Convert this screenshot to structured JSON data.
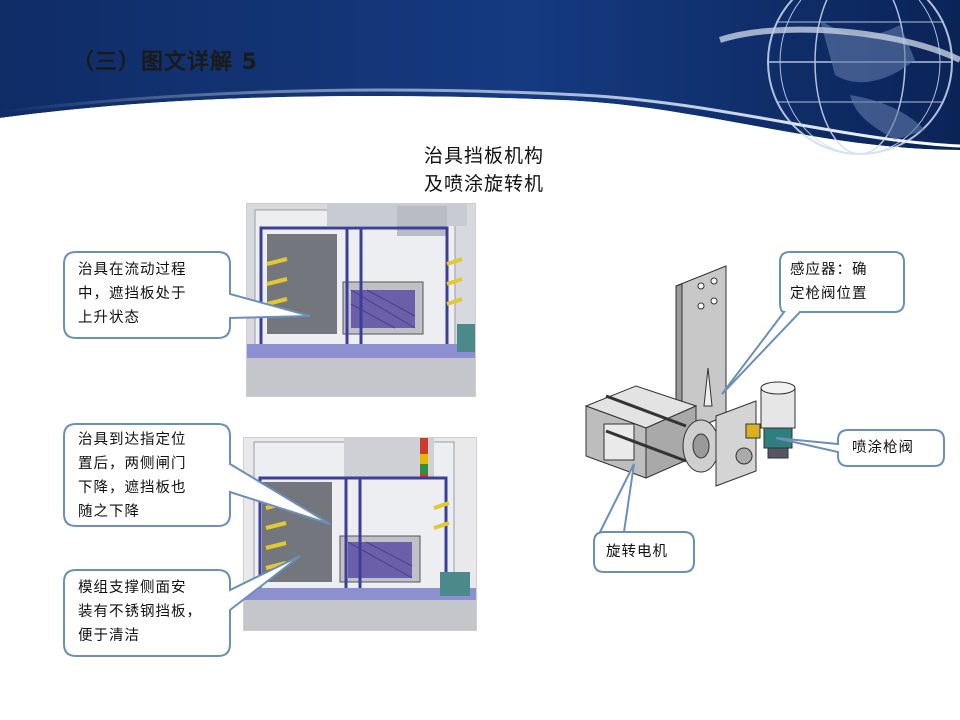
{
  "slide": {
    "title": "（三）图文详解 5",
    "caption_lines": [
      "治具挡板机构",
      "及喷涂旋转机",
      "构"
    ]
  },
  "callouts": {
    "top_left": [
      "治具在流动过程",
      "中，遮挡板处于",
      "上升状态"
    ],
    "mid_left": [
      "治具到达指定位",
      "置后，两侧闸门",
      "下降，遮挡板也",
      "随之下降"
    ],
    "bottom_left": [
      "模组支撑侧面安",
      "装有不锈钢挡板，",
      "便于清洁"
    ],
    "sensor": [
      "感应器：确",
      "定枪阀位置"
    ],
    "spray_valve": [
      "喷涂枪阀"
    ],
    "rotary_motor": [
      "旋转电机"
    ]
  },
  "colors": {
    "header_dark": "#0d2a63",
    "header_mid": "#1e4f9c",
    "callout_border": "#6b8fb8",
    "enclosure_frame": "#3b3f9a"
  }
}
